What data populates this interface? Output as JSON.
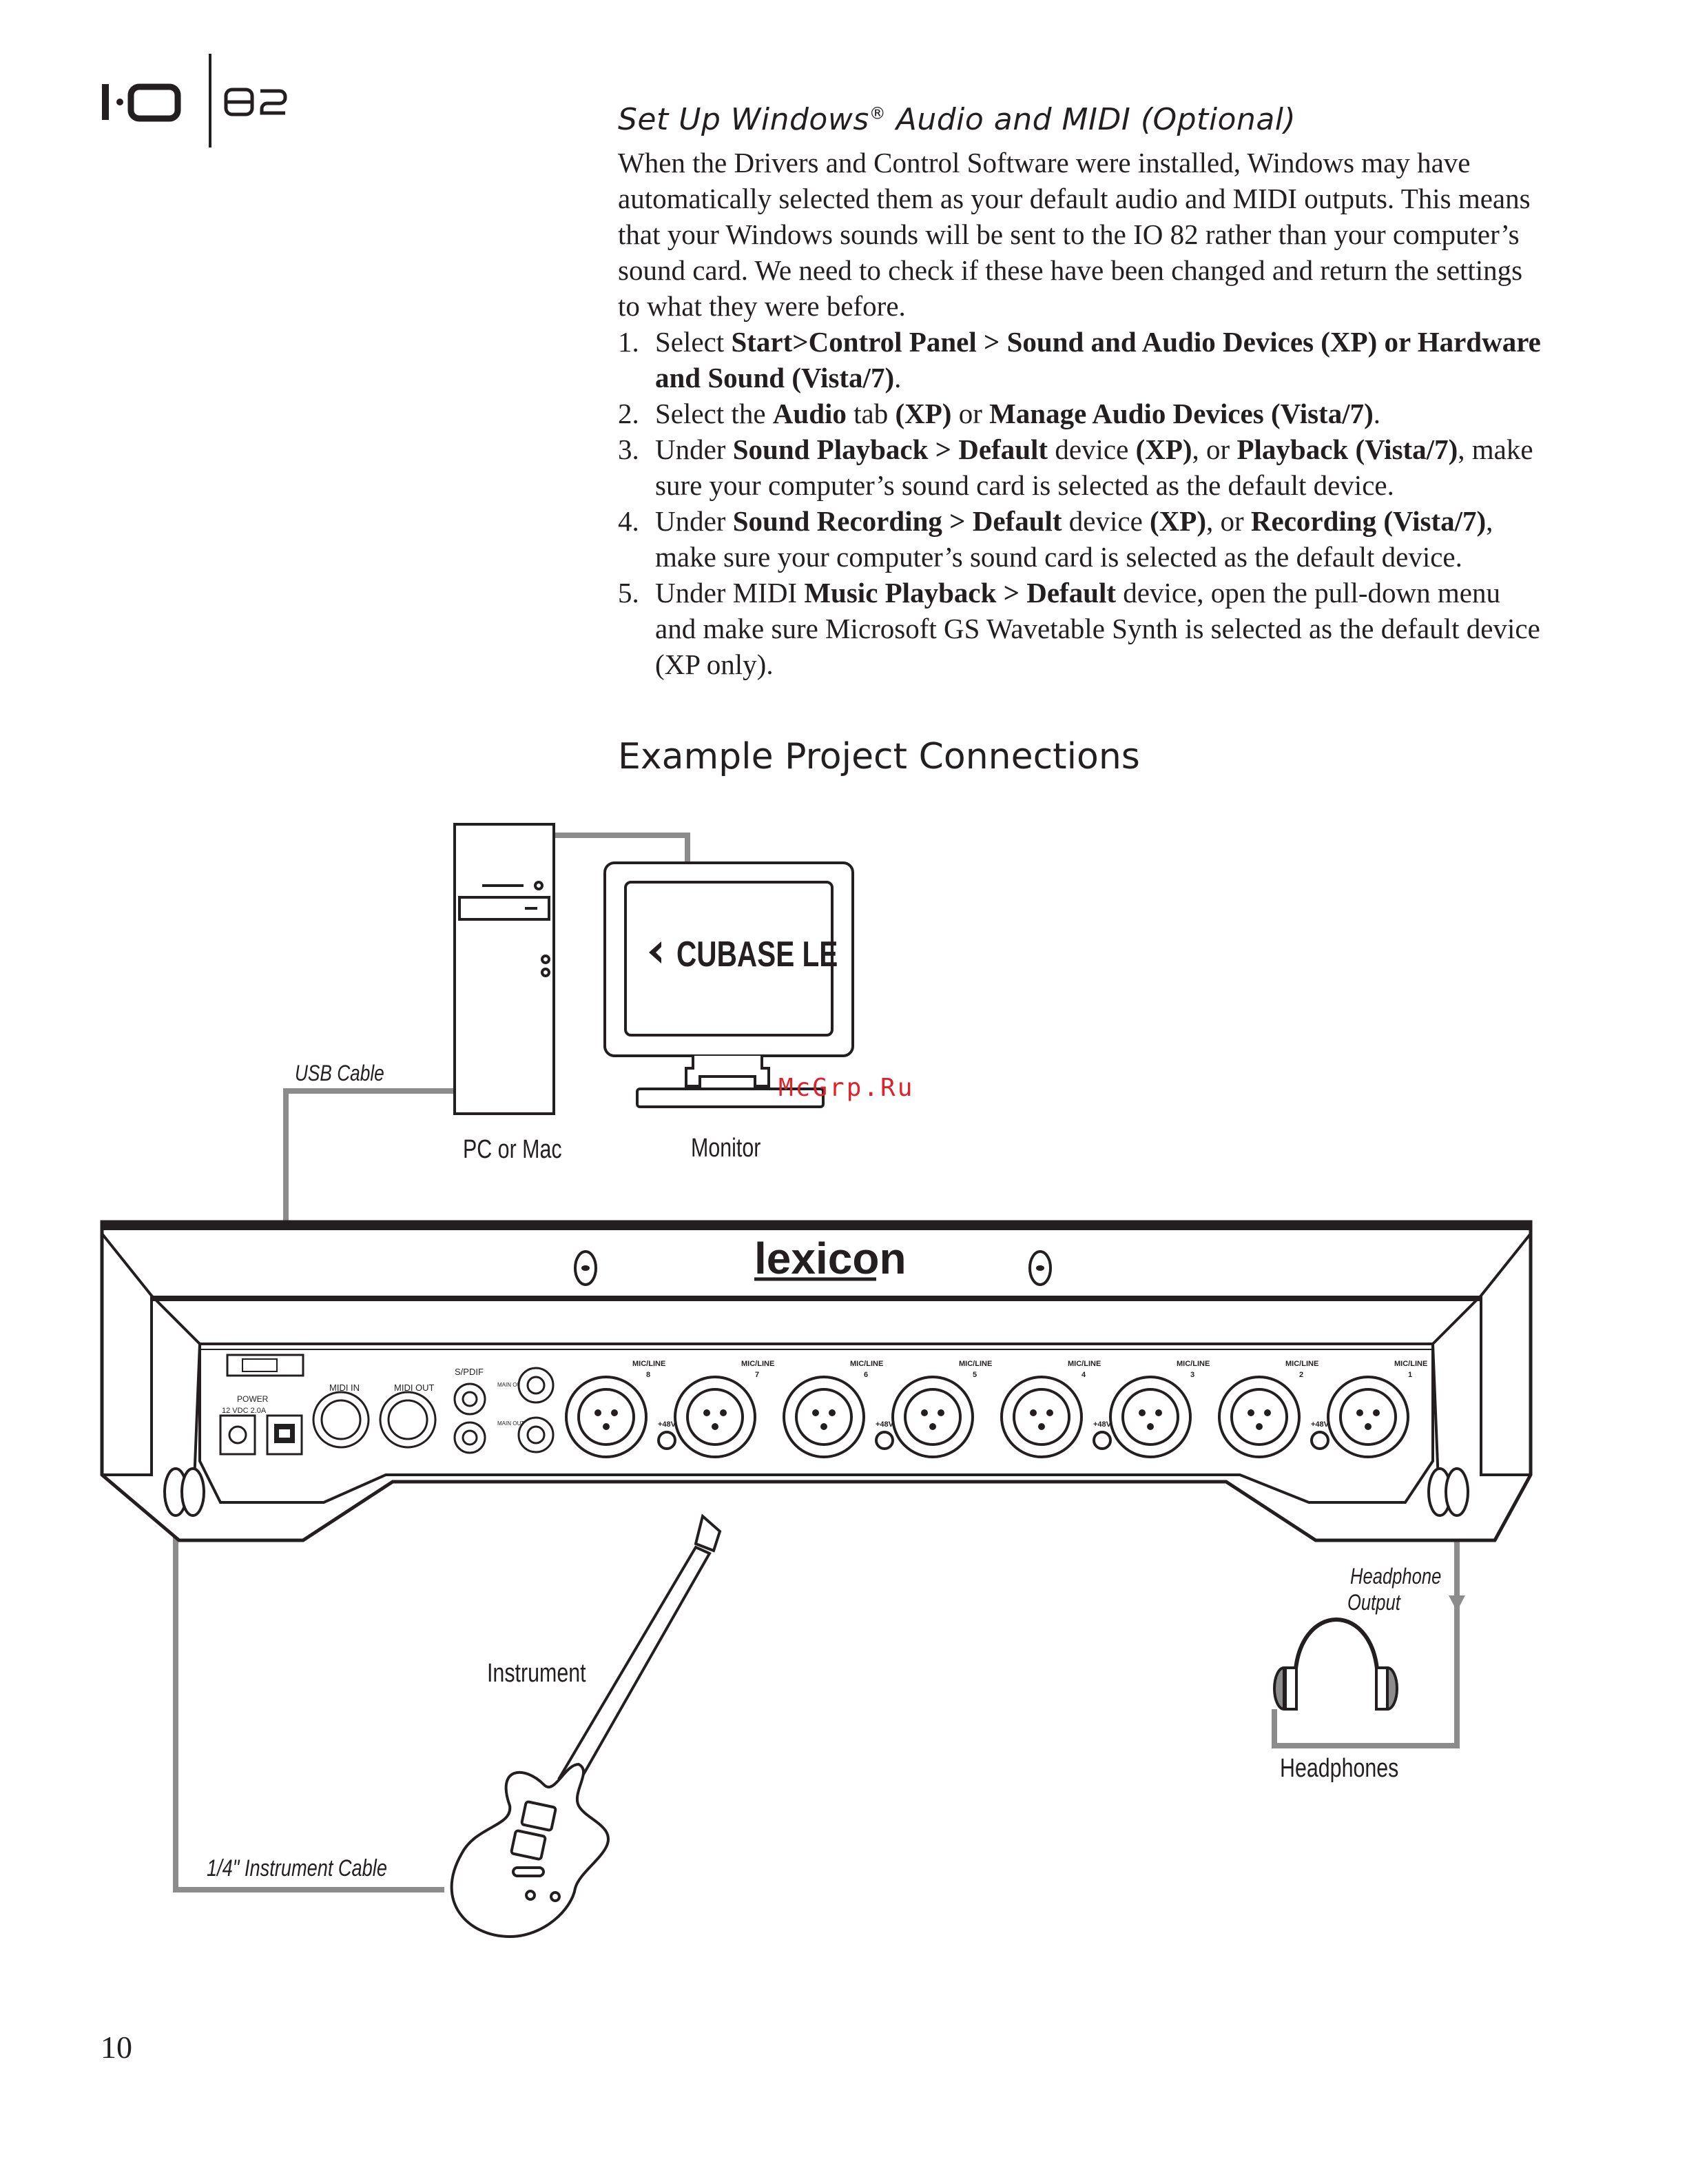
{
  "header": {
    "logo_text": "I·O 82"
  },
  "setup": {
    "title": "Set Up Windows",
    "title_reg": "®",
    "title_rest": " Audio and MIDI (Optional)",
    "intro": "When the Drivers and Control Software were installed, Windows may have automatically selected them as your default audio and MIDI outputs.  This means that your Windows sounds will be sent to the IO 82 rather than your computer’s sound card.  We need to check if these have been changed and return the settings to what they were before.",
    "steps": [
      {
        "num": "1.",
        "s1": "Select ",
        "b1": "Start>Control Panel > Sound and Audio Devices (XP) or Hardware and Sound (Vista/7)",
        "s2": "."
      },
      {
        "num": "2.",
        "s1": "Select the ",
        "b1": "Audio",
        "s2": " tab ",
        "b2": "(XP)",
        "s3": " or ",
        "b3": "Manage Audio Devices (Vista/7)",
        "s4": "."
      },
      {
        "num": "3.",
        "s1": "Under ",
        "b1": "Sound Playback > Default",
        "s2": " device ",
        "b2": "(XP)",
        "s3": ", or ",
        "b3": "Playback (Vista/7)",
        "s4": ", make sure your computer’s sound card is selected as the default device."
      },
      {
        "num": "4.",
        "s1": "Under ",
        "b1": "Sound Recording > Default",
        "s2": " device ",
        "b2": "(XP)",
        "s3": ", or ",
        "b3": "Recording (Vista/7)",
        "s4": ", make sure your computer’s sound card is selected as the default device."
      },
      {
        "num": "5.",
        "s1": "Under MIDI ",
        "b1": "Music Playback > Default",
        "s2": " device, open the pull-down menu and make sure Microsoft GS Wavetable Synth is selected as the default device (XP only)."
      }
    ]
  },
  "example": {
    "title": "Example Project Connections"
  },
  "diagram": {
    "monitor_screen": "CUBASE LE",
    "pc_label": "PC or Mac",
    "monitor_label": "Monitor",
    "usb_label": "USB Cable",
    "brand": "lexicon",
    "instrument_label": "Instrument",
    "cable_label": "1/4\" Instrument Cable",
    "headphone_output_label_1": "Headphone",
    "headphone_output_label_2": "Output",
    "headphones_label": "Headphones",
    "panel": {
      "power": "POWER",
      "power_spec": "12 VDC 2.0A",
      "midi_in": "MIDI IN",
      "midi_out": "MIDI OUT",
      "spdif": "S/PDIF",
      "main_out_left": "MAIN OUT LEFT",
      "main_out_right": "MAIN OUT RIGHT",
      "phantom": "+48V",
      "mic_line": "MIC/LINE",
      "channels": [
        "8",
        "7",
        "6",
        "5",
        "4",
        "3",
        "2",
        "1"
      ]
    }
  },
  "footer": {
    "page_number": "10",
    "watermark": "McGrp.Ru"
  }
}
